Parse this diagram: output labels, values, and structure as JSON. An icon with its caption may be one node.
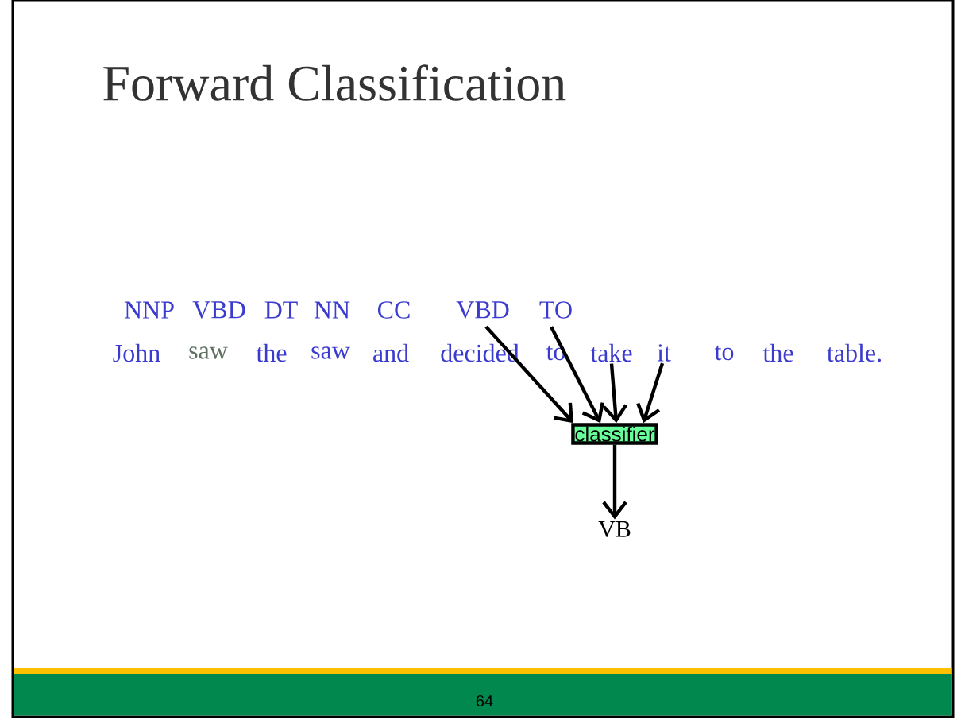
{
  "diagram": {
    "title": "Forward Classification",
    "nodes": [
      {
        "text": [
          "VBD"
        ]
      },
      {
        "text": [
          "TO"
        ]
      },
      {
        "text": [
          "take"
        ]
      },
      {
        "text": [
          "it"
        ]
      },
      {
        "text": [
          "classifier"
        ]
      },
      {
        "text": [
          "VB"
        ]
      }
    ],
    "edges": [
      {
        "from": 0,
        "to": 4,
        "arrow": "to"
      },
      {
        "from": 1,
        "to": 4,
        "arrow": "to"
      },
      {
        "from": 2,
        "to": 4,
        "arrow": "to"
      },
      {
        "from": 3,
        "to": 4,
        "arrow": "to"
      },
      {
        "from": 4,
        "to": 5,
        "arrow": "to"
      }
    ],
    "labels": [
      "NNP",
      "VBD",
      "DT",
      "NN",
      "CC",
      "John",
      "saw",
      "the",
      "saw",
      "and",
      "decided",
      "to",
      "to",
      "the",
      "table.",
      "64"
    ]
  }
}
